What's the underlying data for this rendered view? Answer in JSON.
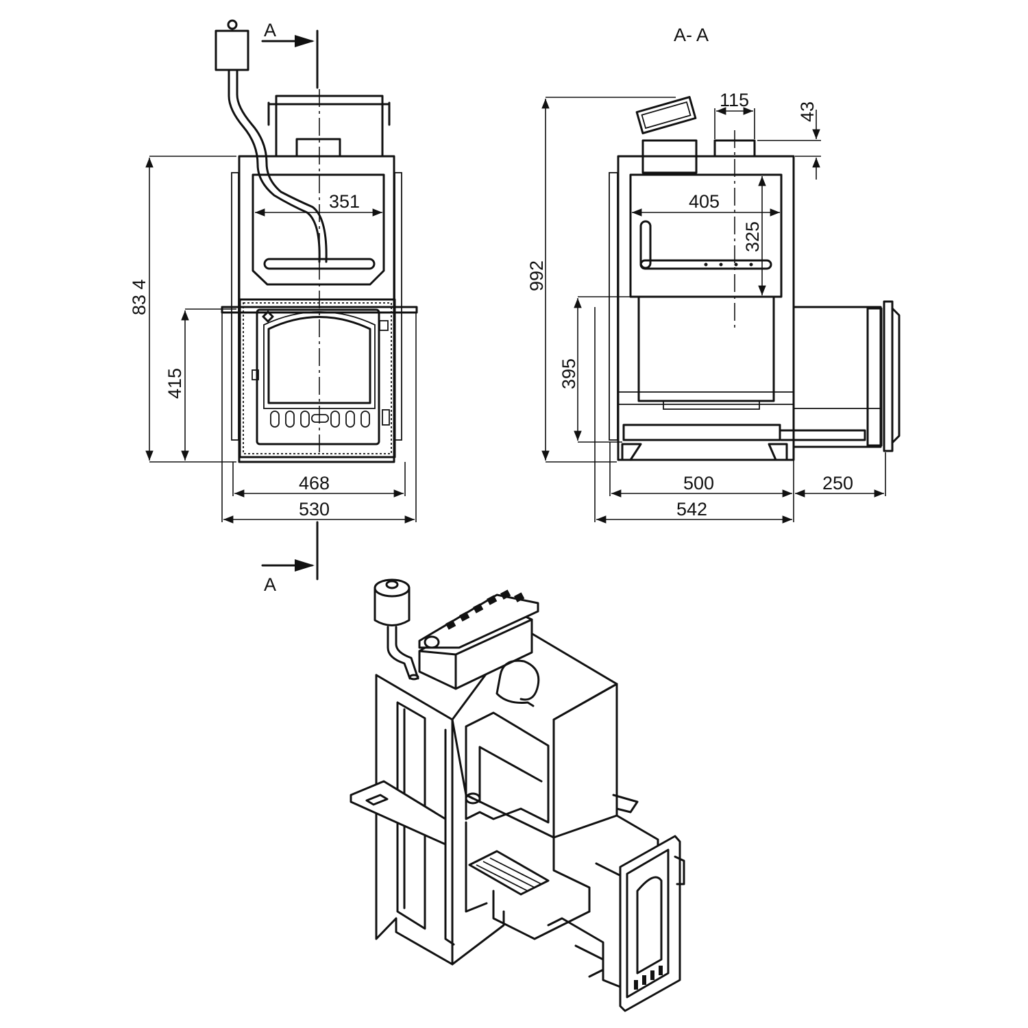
{
  "section_marks": {
    "top": "A",
    "bottom": "A",
    "section_title": "A- A"
  },
  "front_view": {
    "dims": {
      "overall_height": "83 4",
      "door_height": "415",
      "tank_width": "351",
      "body_width": "468",
      "overall_width": "530"
    }
  },
  "section_view": {
    "dims": {
      "overall_height": "992",
      "firebox_height": "395",
      "tank_width": "405",
      "tank_height": "325",
      "pipe_diameter": "115",
      "pipe_offset": "43",
      "body_depth": "500",
      "tunnel_length": "250",
      "overall_depth": "542"
    }
  },
  "icons": [
    "section-arrow-icon",
    "expansion-tank-icon"
  ]
}
